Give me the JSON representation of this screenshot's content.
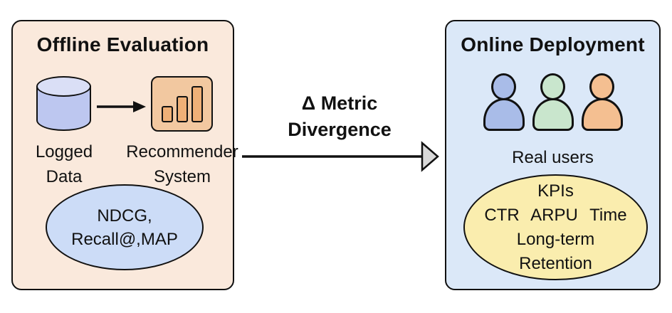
{
  "diagram": {
    "offline": {
      "title": "Offline Evaluation",
      "database_label": [
        "Logged",
        "Data"
      ],
      "recommender_label": [
        "Recommender",
        "System"
      ],
      "metrics_ellipse": [
        "NDCG,",
        "Recall@,MAP"
      ]
    },
    "connector": {
      "label": [
        "Δ Metric",
        "Divergence"
      ]
    },
    "online": {
      "title": "Online Deployment",
      "users_label": "Real users",
      "kpi_ellipse": [
        "KPIs",
        "CTR ARPU Time",
        "Long-term",
        "Retention"
      ]
    },
    "colors": {
      "page_background": "#ffffff",
      "offline_panel_fill": "#fae9dc",
      "online_panel_fill": "#dbe8f8",
      "outline": "#111111",
      "cylinder_body": "#bdc7f0",
      "cylinder_top": "#dadff6",
      "chart_box_fill": "#f2c8a0",
      "chart_bar_fill": "#efb077",
      "metrics_ellipse_fill": "#ccdcf7",
      "kpi_ellipse_fill": "#faedae",
      "person_blue": "#a9bce8",
      "person_green": "#c9e6cd",
      "person_orange": "#f4bf91",
      "arrowhead_gray": "#d8d8d8"
    }
  }
}
